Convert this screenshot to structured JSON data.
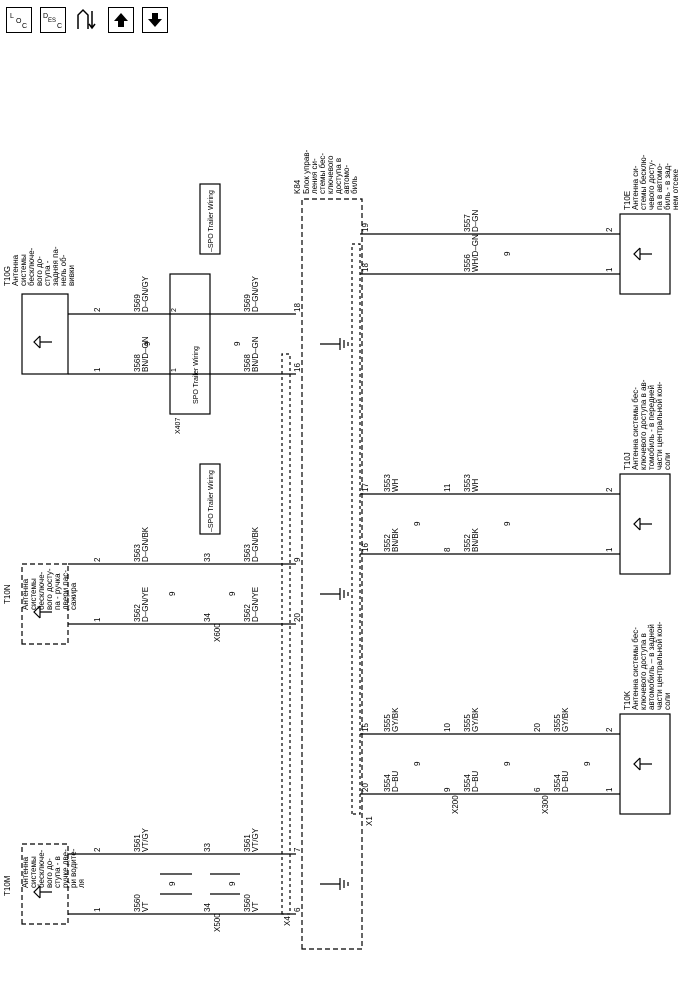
{
  "toolbar": {
    "loc": "LOC",
    "desc": "DESC",
    "flow_icon": "connection-flow-icon",
    "up_icon": "arrow-up-icon",
    "down_icon": "arrow-down-icon"
  },
  "modules": {
    "K84_id": "K84",
    "K84_desc": [
      "Блок управ-",
      "ления си-",
      "стемы бес-",
      "ключевого",
      "доступа в",
      "автомо-",
      "биль"
    ],
    "T10M_id": "T10M",
    "T10M_desc": [
      "Антенна",
      "системы",
      "бесключе-",
      "вого до-",
      "ступа - в",
      "ручке две-",
      "ри водите-",
      "ля"
    ],
    "T10N_id": "T10N",
    "T10N_desc": [
      "Антенна",
      "системы",
      "бесключе-",
      "вого досту-",
      "па - ручка",
      "двери пас-",
      "сажира"
    ],
    "T10G_id": "T10G",
    "T10G_desc": [
      "Антенна",
      "системы",
      "бесключе-",
      "вого до-",
      "ступа -",
      "задняя па-",
      "нель об-",
      "вивки"
    ],
    "T10K_id": "T10K",
    "T10K_desc": [
      "Антенна системы бес-",
      "ключевого доступа в",
      "автомобиль – в задней",
      "части центральной кон-",
      "соли"
    ],
    "T10J_id": "T10J",
    "T10J_desc": [
      "Антенна системы бес-",
      "ключевого доступа в ав-",
      "томобиль - в передней",
      "части центральной кон-",
      "соли"
    ],
    "T10E_id": "T10E",
    "T10E_desc": [
      "Антенна си-",
      "стемы бесклю-",
      "чевого досту-",
      "па в автомо-",
      "биль - в зад-",
      "нем отсеке"
    ]
  },
  "connectors": {
    "x1": "X1",
    "x4": "X4",
    "x200": "X200",
    "x300": "X300",
    "x500": "X500",
    "x600": "X600",
    "x407": "X407"
  },
  "spo": {
    "wiring": "SPO Trailer Wiring",
    "wiring_neg": "–SPO Trailer Wiring"
  },
  "pins": {
    "k84_x4_6": "6",
    "k84_x4_7": "7",
    "k84_x4_20": "20",
    "k84_x4_9": "9",
    "k84_x4_16": "16",
    "k84_x4_18": "18",
    "k84_x1_20": "20",
    "k84_x1_15": "15",
    "k84_x1_16": "16",
    "k84_x1_17": "17",
    "k84_x1_18": "18",
    "k84_x1_19": "19",
    "x500_34": "34",
    "x500_33": "33",
    "x600_34": "34",
    "x600_33": "33",
    "x200_9": "9",
    "x200_10": "10",
    "x200_8": "8",
    "x200_11": "11",
    "x300_6": "6",
    "x300_20": "20",
    "x407_1": "1",
    "x407_2": "2",
    "t10m_1": "1",
    "t10m_2": "2",
    "t10n_1": "1",
    "t10n_2": "2",
    "t10g_1": "1",
    "t10g_2": "2",
    "t10k_1": "1",
    "t10k_2": "2",
    "t10j_1": "1",
    "t10j_2": "2",
    "t10e_1": "1",
    "t10e_2": "2"
  },
  "wires": {
    "w3560": "3560",
    "w3560_c": "VT",
    "w3561": "3561",
    "w3561_c": "VT/GY",
    "w3562": "3562",
    "w3562_c": "D–GN/YE",
    "w3563": "3563",
    "w3563_c": "D–GN/BK",
    "w3568": "3568",
    "w3568_c": "BN/D–GN",
    "w3569": "3569",
    "w3569_c": "D–GN/GY",
    "w3554": "3554",
    "w3554_c": "D–BU",
    "w3555": "3555",
    "w3555_c": "GY/BK",
    "w3552": "3552",
    "w3552_c": "BN/BK",
    "w3553": "3553",
    "w3553_c": "WH",
    "w3556": "3556",
    "w3556_c": "WH/D–GN",
    "w3557": "3557",
    "w3557_c": "D–GN",
    "twist": "9"
  }
}
